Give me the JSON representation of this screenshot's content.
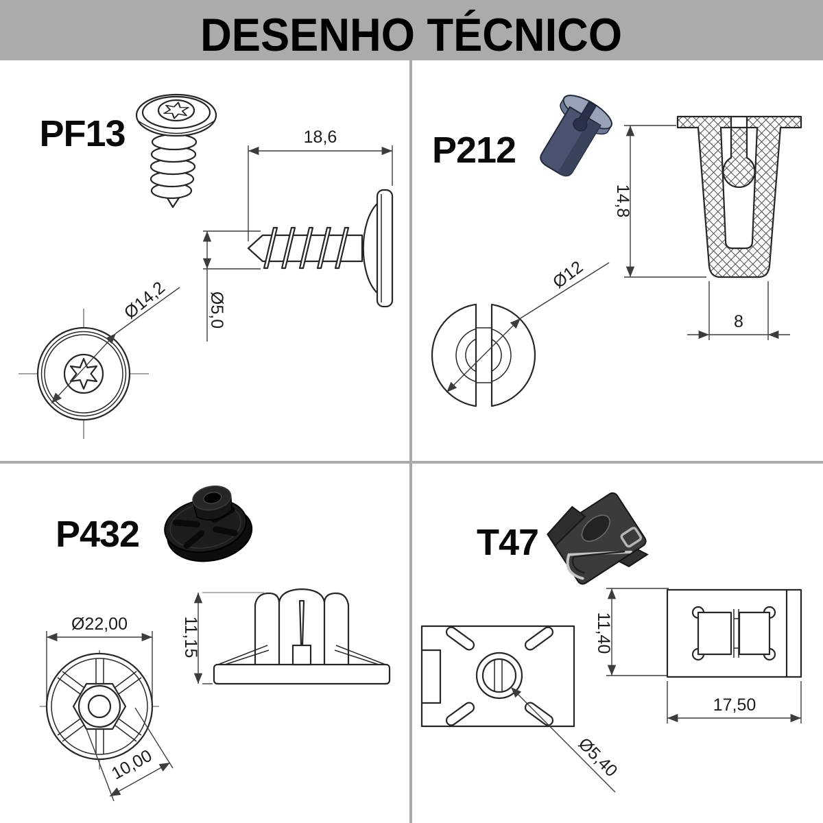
{
  "header": {
    "title": "DESENHO TÉCNICO"
  },
  "colors": {
    "header_bg": "#ababab",
    "divider": "#ababab",
    "drawing_line": "#262626",
    "dimension_line": "#3c3c3c",
    "p212_render_body": "#4a5470",
    "p212_render_top": "#98a2b6",
    "black_plastic": "#1a1a1a",
    "metal_clip": "#3b3b3b",
    "metal_highlight": "#c4c4c4"
  },
  "parts": {
    "pf13": {
      "code": "PF13",
      "length": "18,6",
      "shank_diameter": "Ø5,0",
      "head_diameter": "Ø14,2"
    },
    "p212": {
      "code": "P212",
      "height": "14,8",
      "slot_width": "8",
      "diameter": "Ø12"
    },
    "p432": {
      "code": "P432",
      "flange_diameter": "Ø22,00",
      "height": "11,15",
      "hex_width": "10,00"
    },
    "t47": {
      "code": "T47",
      "height": "11,40",
      "base_width": "17,50",
      "hole_diameter": "Ø5,40"
    }
  }
}
